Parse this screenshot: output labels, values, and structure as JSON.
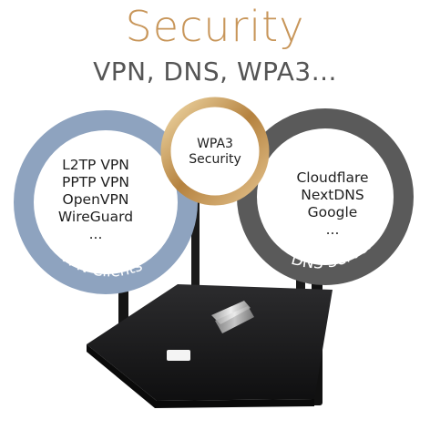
{
  "header": {
    "title": "Security",
    "subtitle": "VPN, DNS, WPA3..."
  },
  "vpn": {
    "label": "VPN Clients",
    "items": [
      "L2TP VPN",
      "PPTP VPN",
      "OpenVPN",
      "WireGuard",
      "..."
    ]
  },
  "wpa": {
    "line1": "WPA3",
    "line2": "Security"
  },
  "dns": {
    "label": "DNS Server",
    "items": [
      "Cloudflare",
      "NextDNS",
      "Google",
      "..."
    ]
  },
  "colors": {
    "title": "#c8965a",
    "vpn_ring": "#8ea3bf",
    "dns_ring": "#5a5a5a",
    "wpa_ring": "#c49a5c"
  }
}
